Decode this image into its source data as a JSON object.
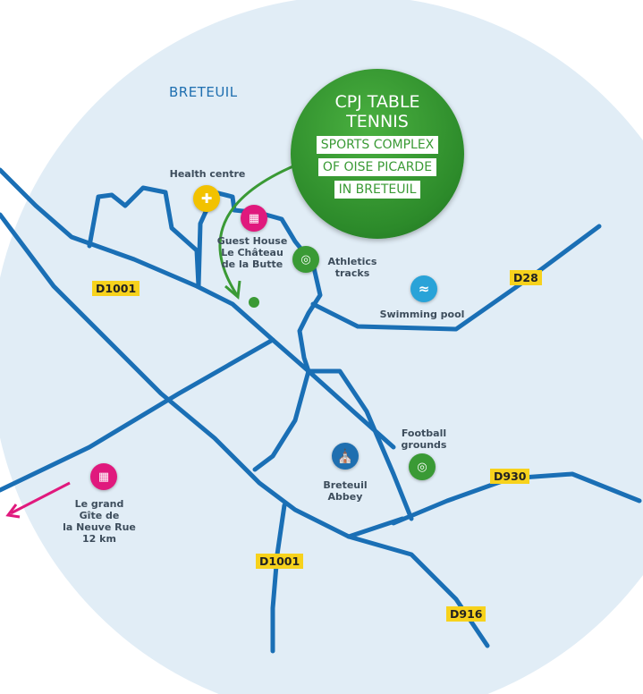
{
  "town": "BRETEUIL",
  "badge": {
    "title_line1": "CPJ TABLE",
    "title_line2": "TENNIS",
    "box1": "SPORTS COMPLEX",
    "box2": "OF OISE PICARDE",
    "box3": "IN BRETEUIL"
  },
  "pois": [
    {
      "label": "Health centre",
      "icon": "health-cross-icon",
      "color": "#f2c200"
    },
    {
      "label_lines": [
        "Guest House",
        "Le Château",
        "de la Butte"
      ],
      "icon": "hotel-icon",
      "color": "#e0197d"
    },
    {
      "label_lines": [
        "Athletics",
        "tracks"
      ],
      "icon": "stadium-icon",
      "color": "#3a9a35"
    },
    {
      "label": "Swimming pool",
      "icon": "swimmer-icon",
      "color": "#29a3d8"
    },
    {
      "label_lines": [
        "Football",
        "grounds"
      ],
      "icon": "stadium-icon",
      "color": "#3a9a35"
    },
    {
      "label_lines": [
        "Breteuil",
        "Abbey"
      ],
      "icon": "church-icon",
      "color": "#1f6fb0"
    },
    {
      "label_lines": [
        "Le grand",
        "Gîte de",
        "la Neuve Rue",
        "12 km"
      ],
      "icon": "hotel-icon",
      "color": "#e0197d"
    }
  ],
  "roads": [
    "D1001",
    "D28",
    "D930",
    "D1001",
    "D916"
  ],
  "colors": {
    "background": "#e1edf6",
    "road": "#1a6fb5",
    "accent": "#3a9a35",
    "road_label": "#f7d21c"
  }
}
